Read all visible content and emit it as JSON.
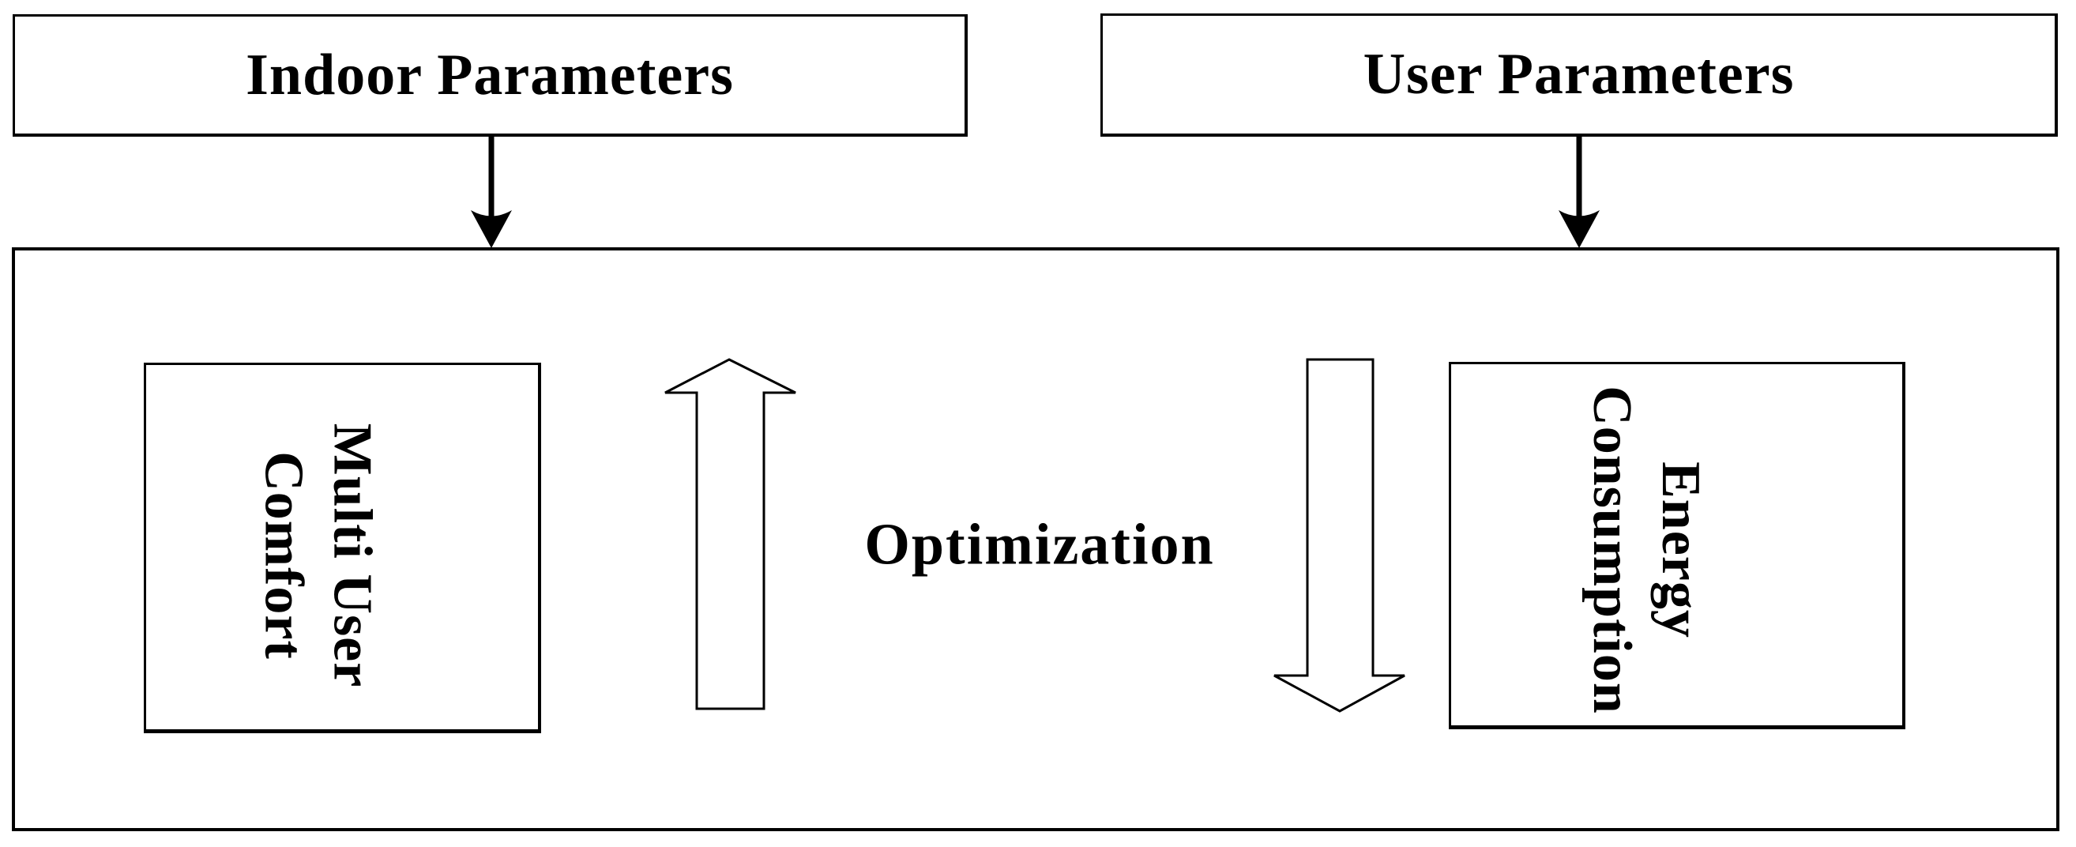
{
  "page": {
    "background_color": "#ffffff",
    "line_color": "#000000"
  },
  "top_row": {
    "indoor_box": {
      "label": "Indoor Parameters"
    },
    "user_box": {
      "label": "User Parameters"
    }
  },
  "main_box": {
    "comfort_box": {
      "label": "Multi User\nComfort"
    },
    "optimization_label": "Optimization",
    "energy_box": {
      "label": "Energy\nConsumption"
    }
  },
  "icons": {
    "indoor_flow_arrow": "solid-down-arrow",
    "user_flow_arrow": "solid-down-arrow",
    "comfort_trend_arrow": "outline-up-block-arrow",
    "energy_trend_arrow": "outline-down-block-arrow"
  }
}
